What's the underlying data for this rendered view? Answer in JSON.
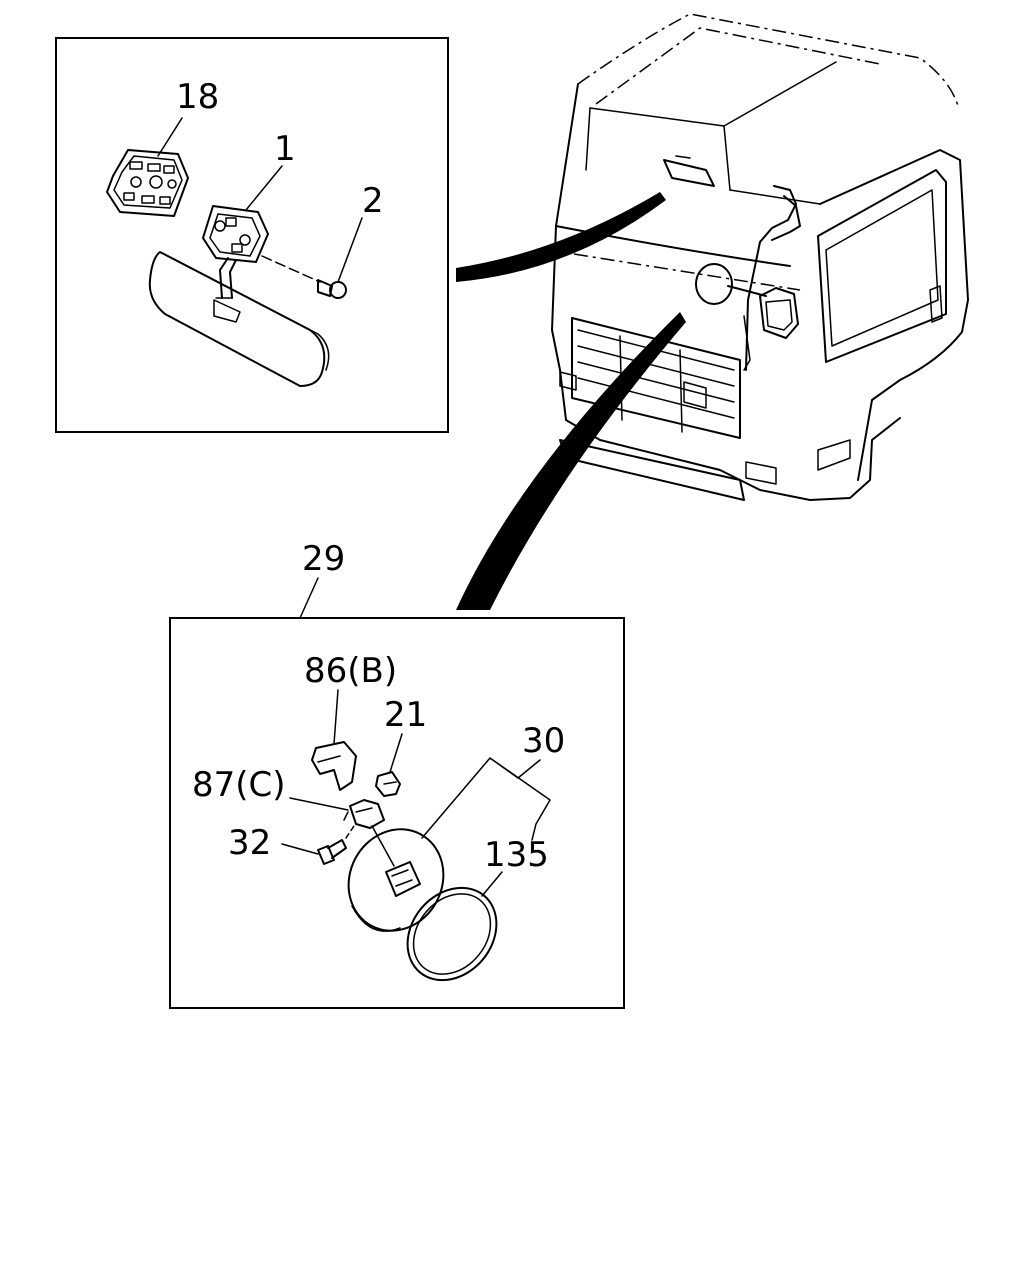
{
  "callouts": {
    "c18": "18",
    "c1": "1",
    "c2": "2",
    "c29": "29",
    "c86": "86(B)",
    "c21": "21",
    "c30": "30",
    "c87": "87(C)",
    "c32": "32",
    "c135": "135"
  }
}
